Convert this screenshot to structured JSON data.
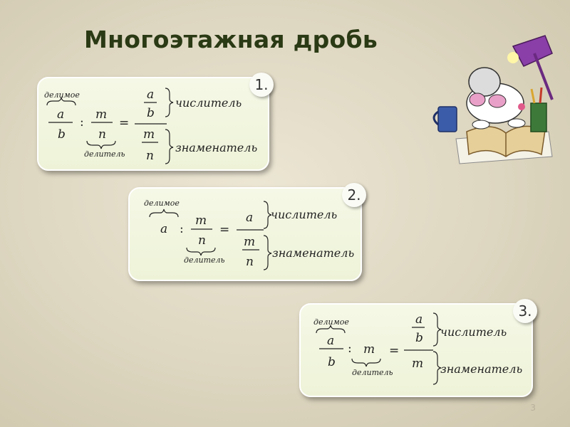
{
  "title": "Многоэтажная дробь",
  "page_number": "3",
  "labels": {
    "dividend": "делимое",
    "divisor": "делитель",
    "numerator": "числитель",
    "denominator": "знаменатель"
  },
  "symbols": {
    "colon": ":",
    "equals": "="
  },
  "variables": {
    "a": "a",
    "b": "b",
    "m": "m",
    "n": "n"
  },
  "cards": [
    {
      "number": "1."
    },
    {
      "number": "2."
    },
    {
      "number": "3."
    }
  ]
}
